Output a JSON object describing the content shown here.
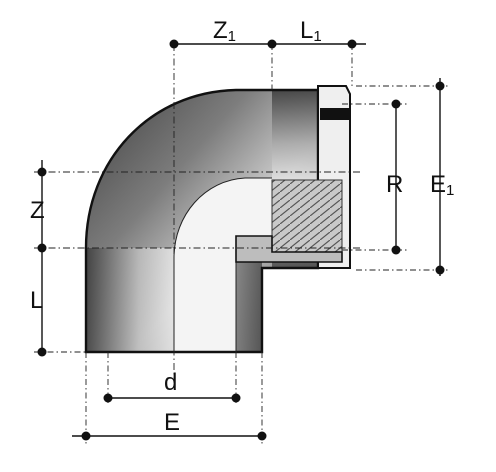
{
  "dimensions": {
    "z1": {
      "main": "Z",
      "sub": "1"
    },
    "l1": {
      "main": "L",
      "sub": "1"
    },
    "r": {
      "main": "R"
    },
    "e1": {
      "main": "E",
      "sub": "1"
    },
    "z": {
      "main": "Z"
    },
    "l": {
      "main": "L"
    },
    "d": {
      "main": "d"
    },
    "e": {
      "main": "E"
    }
  },
  "colors": {
    "body_dark": "#4a4a4a",
    "body_mid": "#8c8c8c",
    "body_light": "#d8d8d8",
    "thread": "#b5b5b5",
    "line": "#111111"
  }
}
